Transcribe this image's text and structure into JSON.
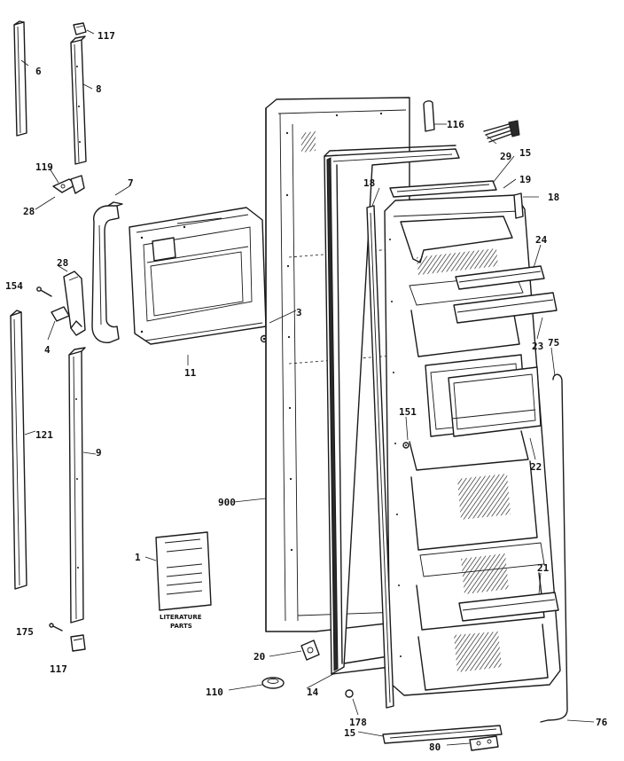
{
  "callouts": {
    "c117a": "117",
    "c6": "6",
    "c8": "8",
    "c119": "119",
    "c28a": "28",
    "c7": "7",
    "c28b": "28",
    "c154": "154",
    "c4": "4",
    "c121": "121",
    "c9": "9",
    "c175": "175",
    "c117b": "117",
    "c11": "11",
    "c3": "3",
    "c1": "1",
    "c900": "900",
    "c20": "20",
    "c110": "110",
    "c14": "14",
    "c178": "178",
    "c15b": "15",
    "c80": "80",
    "c76": "76",
    "c116": "116",
    "c29": "29",
    "c15a": "15",
    "c19": "19",
    "c18a": "18",
    "c18b": "18",
    "c24": "24",
    "c23": "23",
    "c75": "75",
    "c151": "151",
    "c22": "22",
    "c21": "21"
  },
  "literature": {
    "label_line1": "LITERATURE",
    "label_line2": "PARTS"
  }
}
